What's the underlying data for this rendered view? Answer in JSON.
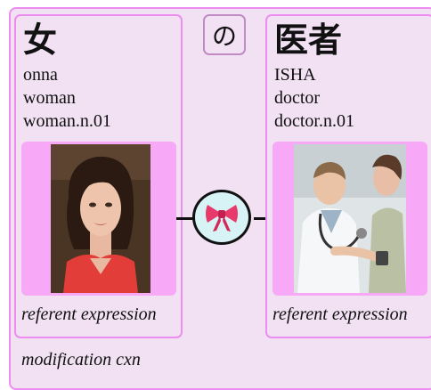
{
  "particle": "の",
  "left": {
    "kanji": "女",
    "reading": "onna",
    "gloss": "woman",
    "synset": "woman.n.01",
    "image_label": "",
    "caption": "referent expression"
  },
  "right": {
    "kanji": "医者",
    "reading": "ISHA",
    "gloss": "doctor",
    "synset": "doctor.n.01",
    "caption": "referent expression"
  },
  "connector_icon": "ribbon-icon",
  "footer": "modification cxn",
  "colors": {
    "frame_border": "#ee8df0",
    "frame_bg": "#f1e1f3",
    "image_bg": "#f7a9f8",
    "bow_circle_bg": "#d7f3f5",
    "ribbon": "#e83a6a"
  }
}
